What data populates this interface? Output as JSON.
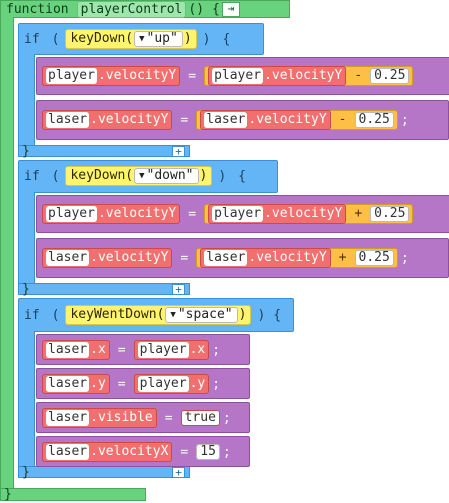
{
  "function_block": {
    "keyword": "function",
    "name": "playerControl",
    "parens": "()",
    "open_brace": "{",
    "close_brace": "}",
    "return_icon": "return-arrow-icon",
    "return_glyph": "⇥"
  },
  "syntax": {
    "if_keyword": "if",
    "open_paren": "(",
    "close_paren": ")",
    "open_brace": "{",
    "close_brace": "}",
    "assign": "=",
    "semicolon": ";",
    "plus_glyph": "+",
    "dropdown_glyph": "▼"
  },
  "if_blocks": [
    {
      "condition": {
        "func": "keyDown(",
        "arg": "\"up\"",
        "close": ")"
      },
      "statements": [
        {
          "obj": "player",
          "prop": ".velocityY",
          "rhs_obj": "player",
          "rhs_prop": ".velocityY",
          "op": "-",
          "value": "0.25"
        },
        {
          "obj": "laser",
          "prop": ".velocityY",
          "rhs_obj": "laser",
          "rhs_prop": ".velocityY",
          "op": "-",
          "value": "0.25"
        }
      ]
    },
    {
      "condition": {
        "func": "keyDown(",
        "arg": "\"down\"",
        "close": ")"
      },
      "statements": [
        {
          "obj": "player",
          "prop": ".velocityY",
          "rhs_obj": "player",
          "rhs_prop": ".velocityY",
          "op": "+",
          "value": "0.25"
        },
        {
          "obj": "laser",
          "prop": ".velocityY",
          "rhs_obj": "laser",
          "rhs_prop": ".velocityY",
          "op": "+",
          "value": "0.25"
        }
      ]
    },
    {
      "condition": {
        "func": "keyWentDown(",
        "arg": "\"space\"",
        "close": ")"
      },
      "statements": [
        {
          "obj": "laser",
          "prop": ".x",
          "rhs_obj": "player",
          "rhs_prop": ".x"
        },
        {
          "obj": "laser",
          "prop": ".y",
          "rhs_obj": "player",
          "rhs_prop": ".y"
        },
        {
          "obj": "laser",
          "prop": ".visible",
          "literal": "true"
        },
        {
          "obj": "laser",
          "prop": ".velocityX",
          "literal": "15"
        }
      ]
    }
  ],
  "colors": {
    "function_green": "#68d27e",
    "control_blue": "#64b5f6",
    "statement_purple": "#b576c7",
    "sprite_red": "#f16f6f",
    "math_orange": "#fdbf46",
    "event_yellow": "#fff46e"
  }
}
